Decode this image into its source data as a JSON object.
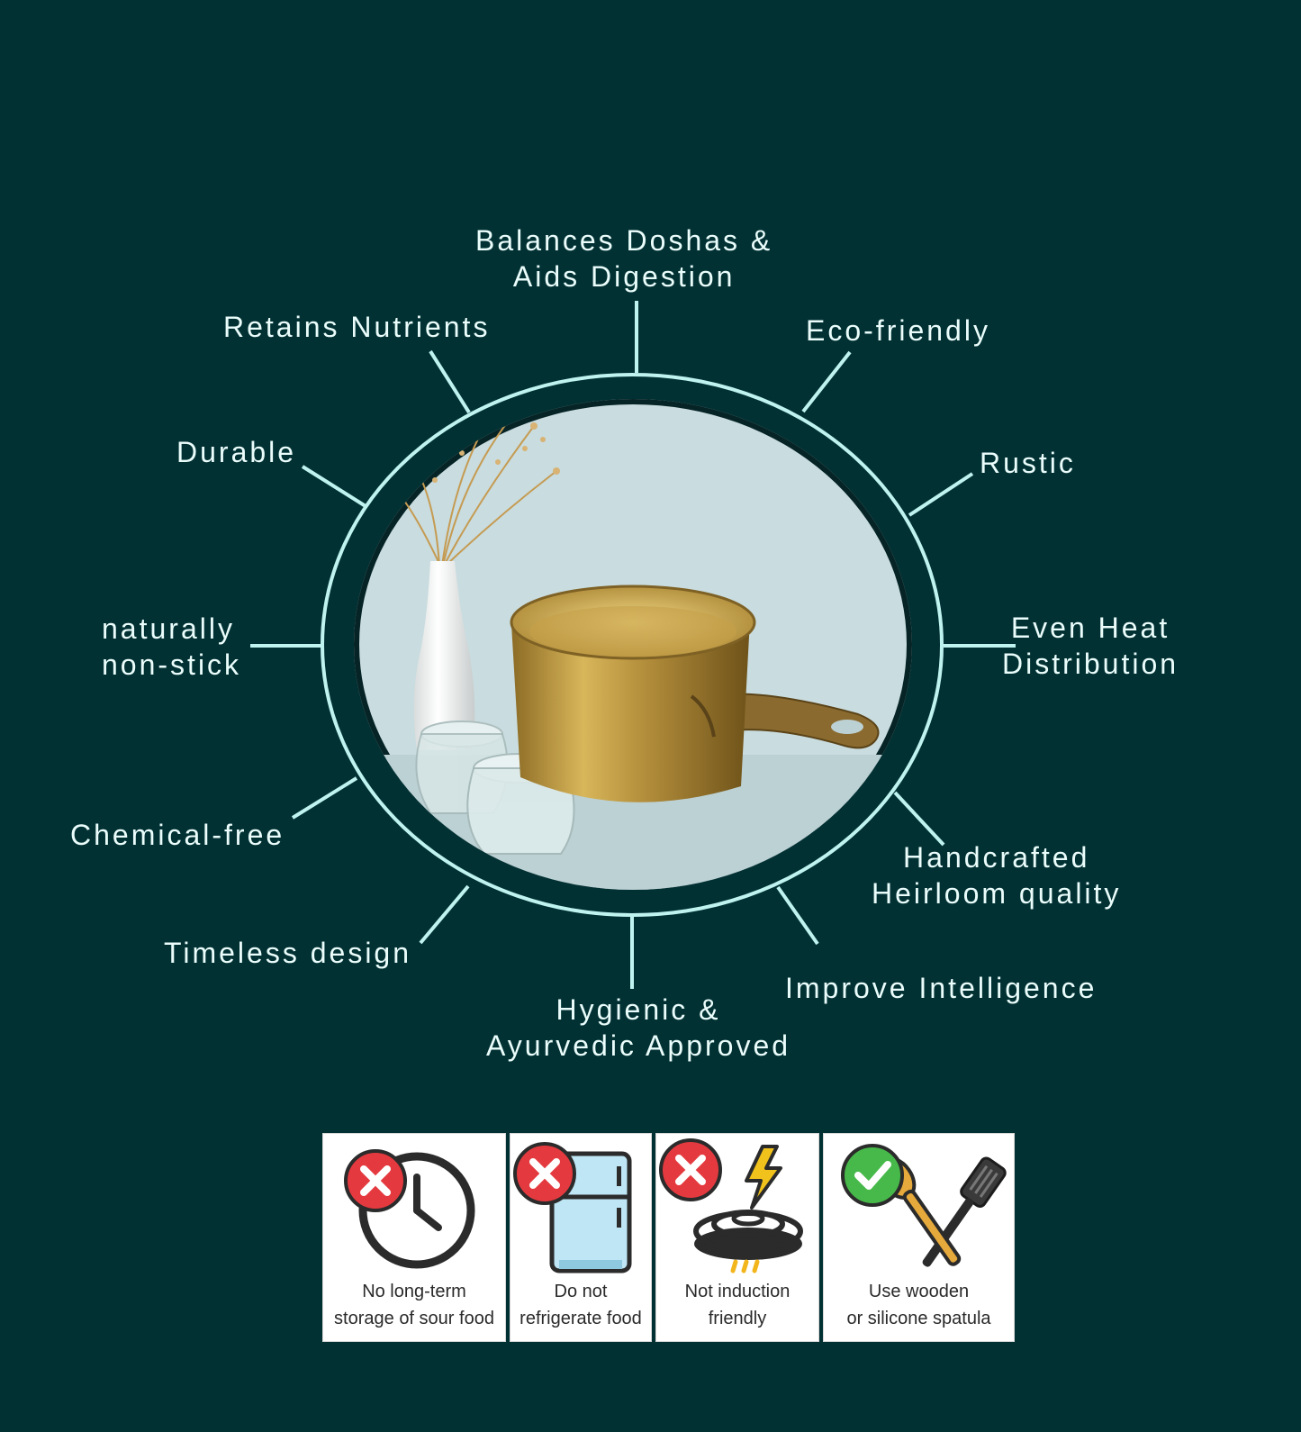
{
  "features": [
    {
      "id": "balances",
      "lines": [
        "Balances Doshas &",
        "Aids Digestion"
      ]
    },
    {
      "id": "eco",
      "lines": [
        "Eco-friendly"
      ]
    },
    {
      "id": "rustic",
      "lines": [
        "Rustic"
      ]
    },
    {
      "id": "even-heat",
      "lines": [
        "Even Heat",
        "Distribution"
      ]
    },
    {
      "id": "handcrafted",
      "lines": [
        "Handcrafted",
        "Heirloom quality"
      ]
    },
    {
      "id": "intelligence",
      "lines": [
        "Improve Intelligence"
      ]
    },
    {
      "id": "hygienic",
      "lines": [
        "Hygienic &",
        "Ayurvedic Approved"
      ]
    },
    {
      "id": "timeless",
      "lines": [
        "Timeless design"
      ]
    },
    {
      "id": "chemical",
      "lines": [
        "Chemical-free"
      ]
    },
    {
      "id": "nonstick",
      "lines": [
        "naturally",
        "non-stick"
      ]
    },
    {
      "id": "durable",
      "lines": [
        "Durable"
      ]
    },
    {
      "id": "nutrients",
      "lines": [
        "Retains Nutrients"
      ]
    }
  ],
  "care": [
    {
      "id": "no-storage",
      "status": "not-allowed",
      "icon": "clock-icon",
      "lines": [
        "No long-term",
        "storage of sour food"
      ]
    },
    {
      "id": "no-fridge",
      "status": "not-allowed",
      "icon": "refrigerator-icon",
      "lines": [
        "Do not",
        "refrigerate food"
      ]
    },
    {
      "id": "no-induction",
      "status": "not-allowed",
      "icon": "induction-hob-icon",
      "lines": [
        "Not induction",
        "friendly"
      ]
    },
    {
      "id": "spatula",
      "status": "allowed",
      "icon": "spatula-icon",
      "lines": [
        "Use wooden",
        "or silicone spatula"
      ]
    }
  ],
  "colors": {
    "background": "#023134",
    "ring": "#bff3f0",
    "label_text": "#eafdfb",
    "cross_badge": "#e43a3f",
    "check_badge": "#47b94a",
    "brass": "#c9a54a"
  }
}
